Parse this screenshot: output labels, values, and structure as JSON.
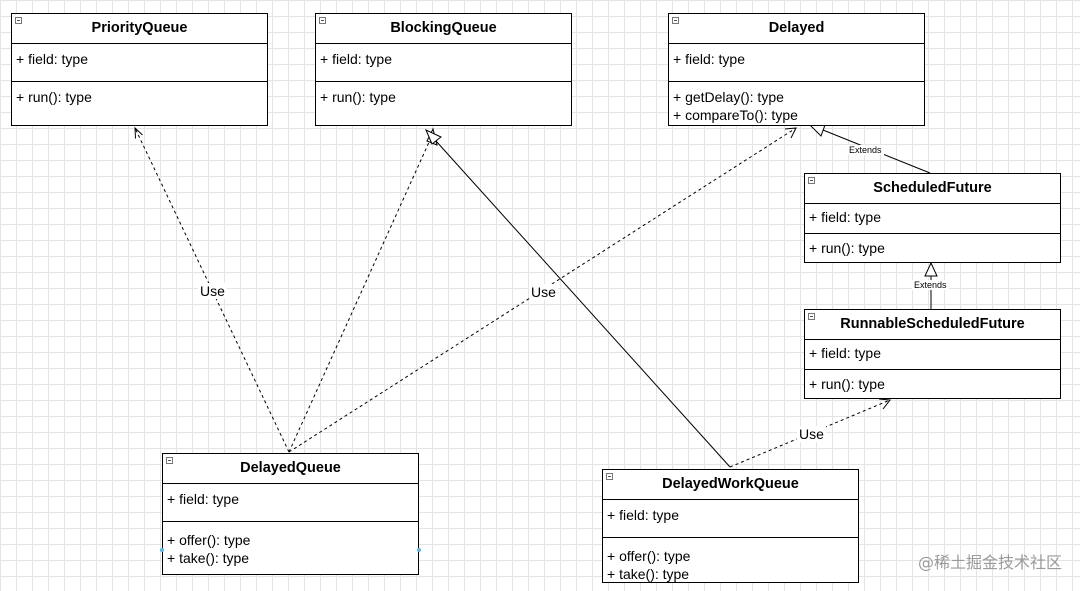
{
  "classes": {
    "priority_queue": {
      "name": "PriorityQueue",
      "fields": [
        "+ field: type"
      ],
      "methods": [
        "+ run(): type"
      ]
    },
    "blocking_queue": {
      "name": "BlockingQueue",
      "fields": [
        "+ field: type"
      ],
      "methods": [
        "+ run(): type"
      ]
    },
    "delayed": {
      "name": "Delayed",
      "fields": [
        "+ field: type"
      ],
      "methods": [
        "+ getDelay(): type",
        "+ compareTo(): type"
      ]
    },
    "scheduled_future": {
      "name": "ScheduledFuture",
      "fields": [
        "+ field: type"
      ],
      "methods": [
        "+ run(): type"
      ]
    },
    "runnable_scheduled_future": {
      "name": "RunnableScheduledFuture",
      "fields": [
        "+ field: type"
      ],
      "methods": [
        "+ run(): type"
      ]
    },
    "delayed_queue": {
      "name": "DelayedQueue",
      "fields": [
        "+ field: type"
      ],
      "methods": [
        "+ offer(): type",
        "+ take(): type"
      ]
    },
    "delayed_work_queue": {
      "name": "DelayedWorkQueue",
      "fields": [
        "+ field: type"
      ],
      "methods": [
        "+ offer(): type",
        "+ take(): type"
      ]
    }
  },
  "edge_labels": {
    "use_1": "Use",
    "use_2": "Use",
    "use_3": "Use",
    "extends_1": "Extends",
    "extends_2": "Extends"
  },
  "watermark": "@稀土掘金技术社区",
  "colors": {
    "grid": "#e4e4e4",
    "line": "#000000",
    "watermark": "#9a9a9a"
  }
}
